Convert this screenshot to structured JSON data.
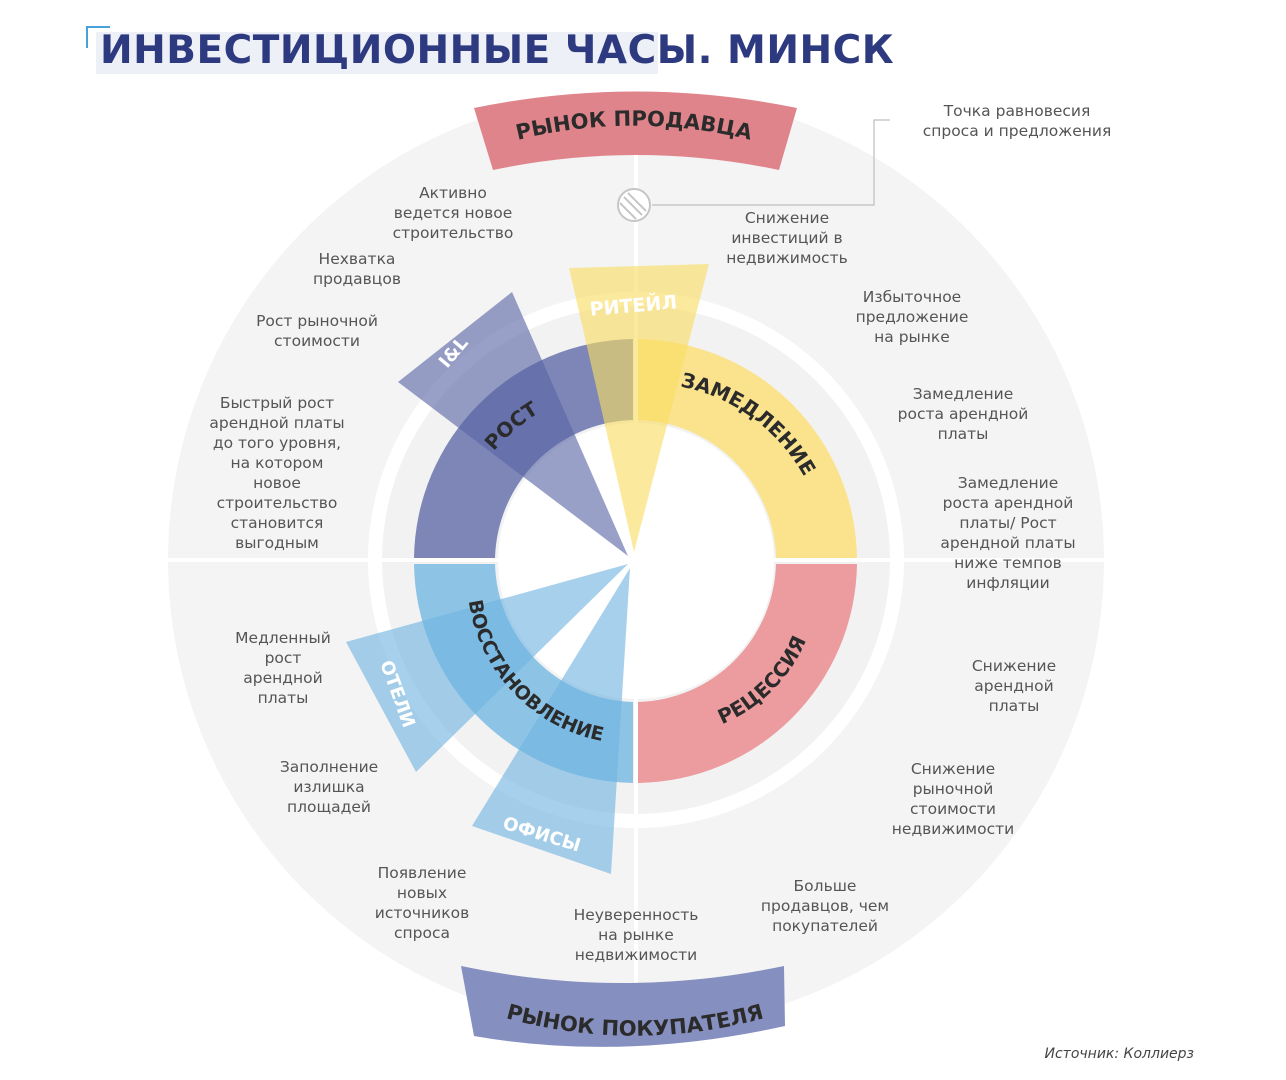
{
  "title": "ИНВЕСТИЦИОННЫЕ ЧАСЫ. МИНСК",
  "banners": {
    "top": "РЫНОК ПРОДАВЦА",
    "bottom": "РЫНОК ПОКУПАТЕЛЯ"
  },
  "phases": {
    "growth": "РОСТ",
    "slowdown": "ЗАМЕДЛЕНИЕ",
    "recession": "РЕЦЕССИЯ",
    "recovery": "ВОССТАНОВЛЕНИЕ"
  },
  "sectors": {
    "retail": "РИТЕЙЛ",
    "industrial": "I&L",
    "hotels": "ОТЕЛИ",
    "offices": "ОФИСЫ"
  },
  "equilibrium_label": "Точка равновесия\nспроса и предложения",
  "notes": {
    "active_construction": "Активно\nведется новое\nстроительство",
    "seller_shortage": "Нехватка\nпродавцов",
    "market_value_growth": "Рост рыночной\nстоимости",
    "fast_rent_growth": "Быстрый рост\nарендной платы\nдо того уровня,\nна котором\nновое\nстроительство\nстановится\nвыгодным",
    "investment_decline": "Снижение\nинвестиций в\nнедвижимость",
    "oversupply": "Избыточное\nпредложение\nна рынке",
    "rent_growth_slowdown": "Замедление\nроста арендной\nплаты",
    "rent_below_inflation": "Замедление\nроста арендной\nплаты/ Рост\nарендной платы\nниже темпов\nинфляции",
    "rent_decline": "Снижение\nарендной\nплаты",
    "value_decline": "Снижение\nрыночной\nстоимости\nнедвижимости",
    "more_sellers": "Больше\nпродавцов, чем\nпокупателей",
    "market_uncertainty": "Неуверенность\nна рынке\nнедвижимости",
    "new_demand_sources": "Появление\nновых\nисточников\nспроса",
    "excess_absorption": "Заполнение\nизлишка\nплощадей",
    "slow_rent_growth": "Медленный\nрост\nарендной\nплаты"
  },
  "source": {
    "label": "Источник:",
    "name": "Коллиерз"
  },
  "colors": {
    "title": "#2e3a80",
    "growth": "#7d86b6",
    "slowdown": "#fbe38d",
    "recession": "#ec9b9e",
    "recovery": "#8dc4e6",
    "seller_banner": "#e0848c",
    "buyer_banner": "#8690c0",
    "outer_ring": "#f4f4f4"
  }
}
